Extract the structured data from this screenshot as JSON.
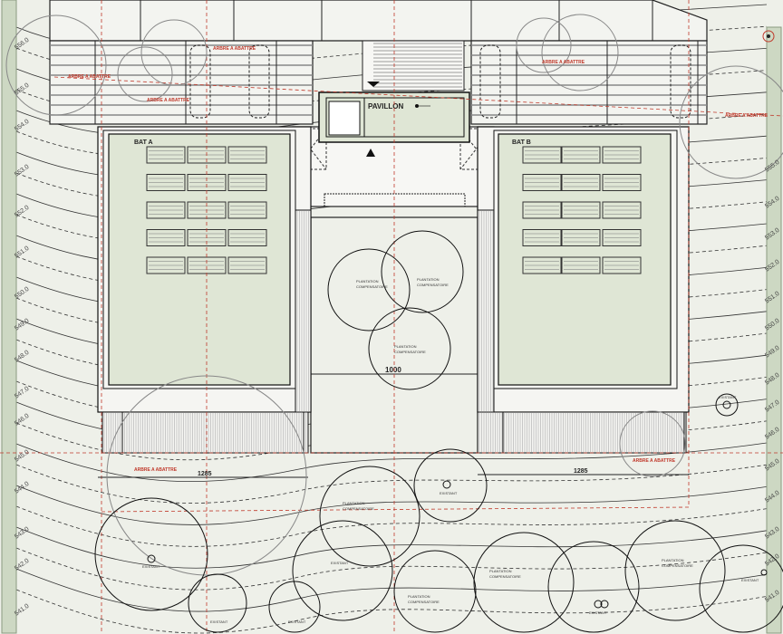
{
  "plan": {
    "pavilion_label": "PAVILLON",
    "building_a_label": "BAT A",
    "building_b_label": "BAT B",
    "dimension_courtyard": "1000",
    "dimension_left": "1285",
    "dimension_right": "1285",
    "tree_remove_label": "ARBRE A ABATTRE",
    "existing_label": "EXISTANT",
    "compensation_label_line1": "PLANTATION",
    "compensation_label_line2": "COMPENSATOIRE",
    "level_labels_left": [
      "556.0",
      "555.0",
      "554.0",
      "553.0",
      "552.0",
      "551.0",
      "550.0",
      "549.0",
      "548.0",
      "547.0",
      "546.0",
      "545.0",
      "544.0",
      "543.0",
      "542.0",
      "541.0"
    ],
    "level_labels_right": [
      "555.0",
      "554.0",
      "553.0",
      "552.0",
      "551.0",
      "550.0",
      "549.0",
      "548.0",
      "547.0",
      "546.0",
      "545.0",
      "544.0",
      "543.0",
      "542.0",
      "541.0"
    ],
    "colors": {
      "building": "#dfe6d5",
      "ground": "#eef0e9",
      "axis": "#c0392b",
      "boundary": "#cdd8c3"
    }
  }
}
